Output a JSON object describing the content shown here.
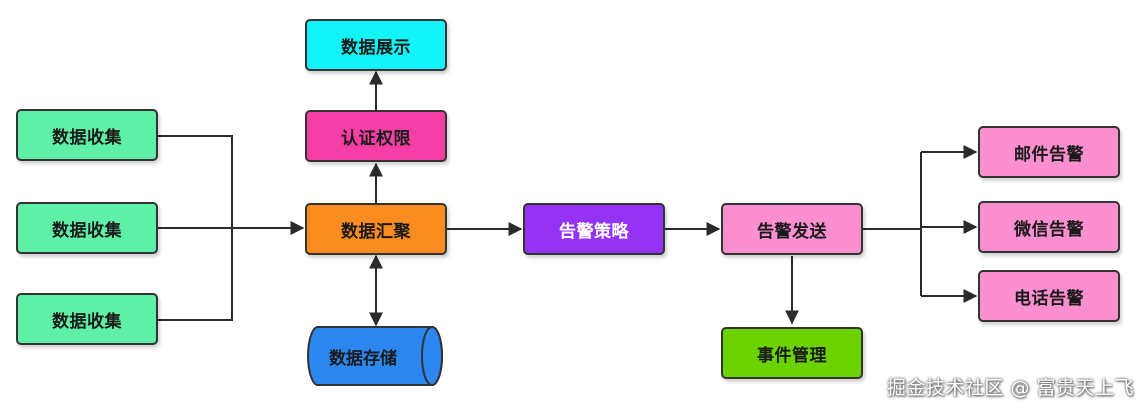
{
  "nodes": {
    "collect_1": "数据收集",
    "collect_2": "数据收集",
    "collect_3": "数据收集",
    "display": "数据展示",
    "auth": "认证权限",
    "aggregate": "数据汇聚",
    "storage": "数据存储",
    "alert_policy": "告警策略",
    "alert_send": "告警发送",
    "event_mgmt": "事件管理",
    "mail_alert": "邮件告警",
    "wechat_alert": "微信告警",
    "phone_alert": "电话告警"
  },
  "watermark": "掘金技术社区 @ 富贵天上飞",
  "colors": {
    "collect": "#5ff0a8",
    "display": "#12f4f8",
    "auth": "#f53fa6",
    "aggregate": "#fb8c1f",
    "storage": "#2b86f0",
    "alert_policy": "#9433f4",
    "alerts": "#fb8fd0",
    "event_mgmt": "#6cd300"
  }
}
